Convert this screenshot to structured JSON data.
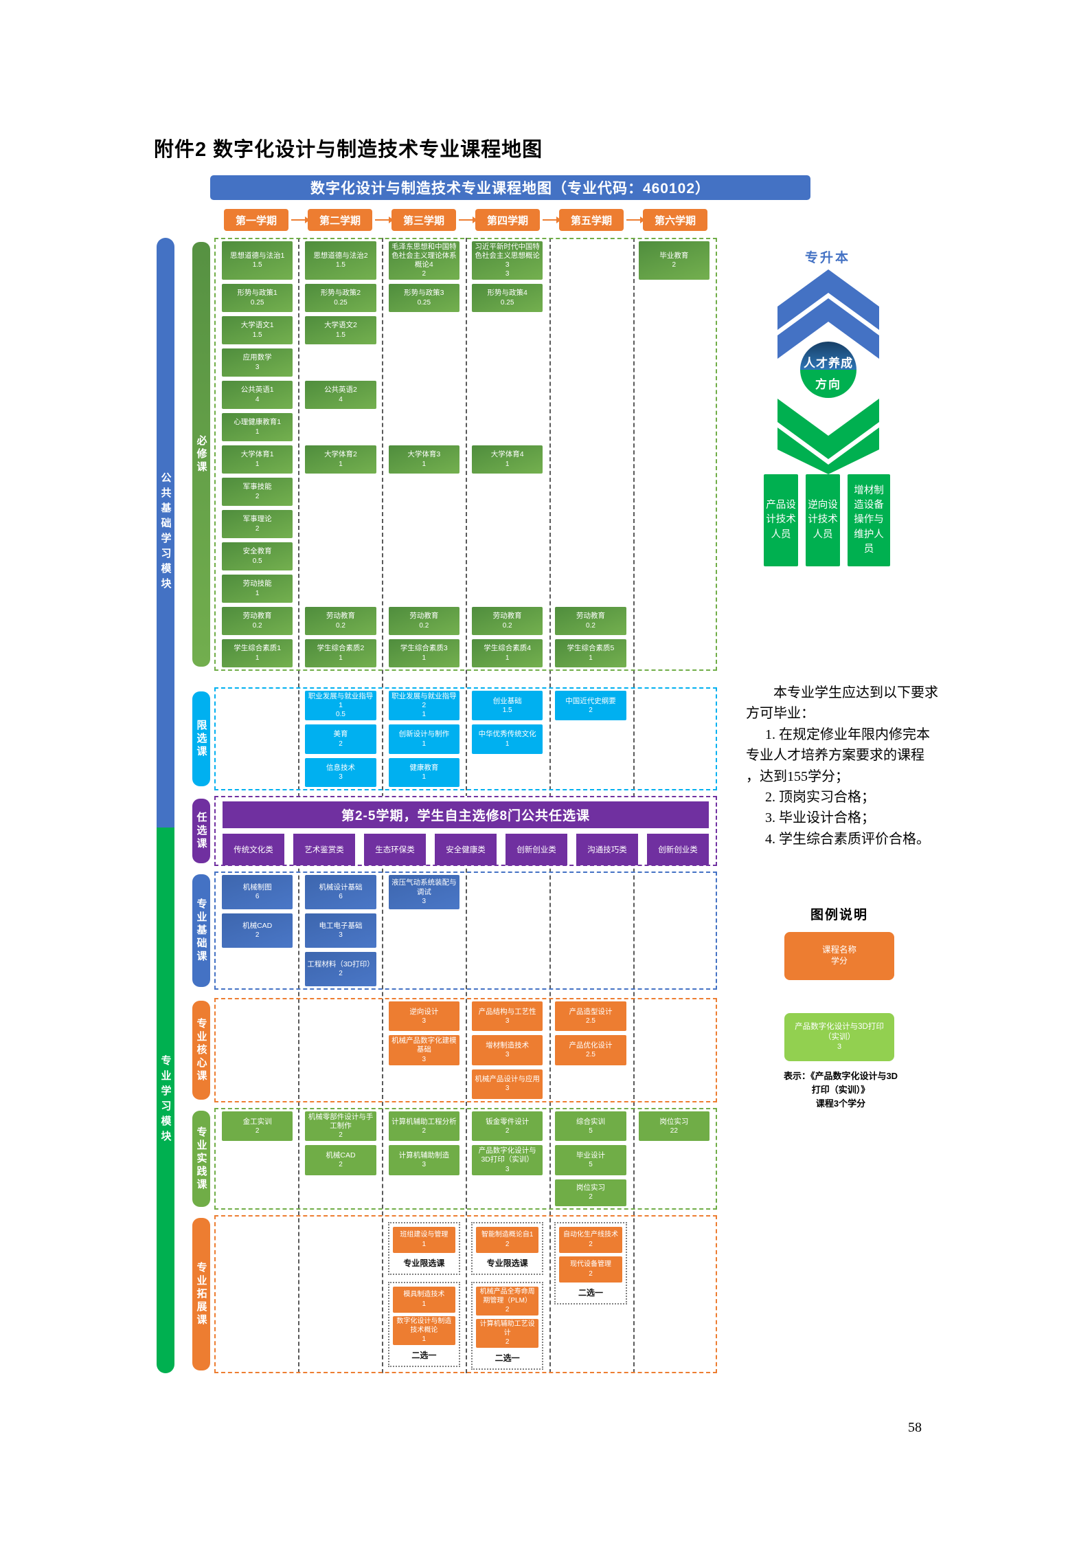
{
  "page": {
    "attachment_title": "附件2 数字化设计与制造技术专业课程地图",
    "page_number": "58"
  },
  "header": {
    "title": "数字化设计与制造技术专业课程地图（专业代码：460102）"
  },
  "semesters": [
    "第一学期",
    "第二学期",
    "第三学期",
    "第四学期",
    "第五学期",
    "第六学期"
  ],
  "modules": {
    "public": {
      "label": "公共基础学习模块"
    },
    "professional": {
      "label": "专业学习模块"
    }
  },
  "bands": [
    {
      "key": "bixiu",
      "label": "必修课",
      "theme": "green",
      "rows": 13,
      "courses": [
        {
          "col": 1,
          "row": 1,
          "name": "思想道德与法治1",
          "credit": "1.5"
        },
        {
          "col": 1,
          "row": 2,
          "name": "形势与政策1",
          "credit": "0.25"
        },
        {
          "col": 1,
          "row": 3,
          "name": "大学语文1",
          "credit": "1.5"
        },
        {
          "col": 1,
          "row": 4,
          "name": "应用数学",
          "credit": "3"
        },
        {
          "col": 1,
          "row": 5,
          "name": "公共英语1",
          "credit": "4"
        },
        {
          "col": 1,
          "row": 6,
          "name": "心理健康教育1",
          "credit": "1"
        },
        {
          "col": 1,
          "row": 7,
          "name": "大学体育1",
          "credit": "1"
        },
        {
          "col": 1,
          "row": 8,
          "name": "军事技能",
          "credit": "2"
        },
        {
          "col": 1,
          "row": 9,
          "name": "军事理论",
          "credit": "2"
        },
        {
          "col": 1,
          "row": 10,
          "name": "安全教育",
          "credit": "0.5"
        },
        {
          "col": 1,
          "row": 11,
          "name": "劳动技能",
          "credit": "1"
        },
        {
          "col": 1,
          "row": 12,
          "name": "劳动教育",
          "credit": "0.2"
        },
        {
          "col": 1,
          "row": 13,
          "name": "学生综合素质1",
          "credit": "1"
        },
        {
          "col": 2,
          "row": 1,
          "name": "思想道德与法治2",
          "credit": "1.5"
        },
        {
          "col": 2,
          "row": 2,
          "name": "形势与政策2",
          "credit": "0.25"
        },
        {
          "col": 2,
          "row": 3,
          "name": "大学语文2",
          "credit": "1.5"
        },
        {
          "col": 2,
          "row": 5,
          "name": "公共英语2",
          "credit": "4"
        },
        {
          "col": 2,
          "row": 7,
          "name": "大学体育2",
          "credit": "1"
        },
        {
          "col": 2,
          "row": 12,
          "name": "劳动教育",
          "credit": "0.2"
        },
        {
          "col": 2,
          "row": 13,
          "name": "学生综合素质2",
          "credit": "1"
        },
        {
          "col": 3,
          "row": 1,
          "name": "毛泽东思想和中国特色社会主义理论体系概论4",
          "credit": "2"
        },
        {
          "col": 3,
          "row": 2,
          "name": "形势与政策3",
          "credit": "0.25"
        },
        {
          "col": 3,
          "row": 7,
          "name": "大学体育3",
          "credit": "1"
        },
        {
          "col": 3,
          "row": 12,
          "name": "劳动教育",
          "credit": "0.2"
        },
        {
          "col": 3,
          "row": 13,
          "name": "学生综合素质3",
          "credit": "1"
        },
        {
          "col": 4,
          "row": 1,
          "name": "习近平新时代中国特色社会主义思想概论3",
          "credit": "3"
        },
        {
          "col": 4,
          "row": 2,
          "name": "形势与政策4",
          "credit": "0.25"
        },
        {
          "col": 4,
          "row": 7,
          "name": "大学体育4",
          "credit": "1"
        },
        {
          "col": 4,
          "row": 12,
          "name": "劳动教育",
          "credit": "0.2"
        },
        {
          "col": 4,
          "row": 13,
          "name": "学生综合素质4",
          "credit": "1"
        },
        {
          "col": 5,
          "row": 12,
          "name": "劳动教育",
          "credit": "0.2"
        },
        {
          "col": 5,
          "row": 13,
          "name": "学生综合素质5",
          "credit": "1"
        },
        {
          "col": 6,
          "row": 1,
          "name": "毕业教育",
          "credit": "2"
        }
      ]
    },
    {
      "key": "xianxuan",
      "label": "限选课",
      "theme": "cyan",
      "rows": 3,
      "courses": [
        {
          "col": 2,
          "row": 1,
          "name": "职业发展与就业指导1",
          "credit": "0.5"
        },
        {
          "col": 2,
          "row": 2,
          "name": "美育",
          "credit": "2"
        },
        {
          "col": 2,
          "row": 3,
          "name": "信息技术",
          "credit": "3"
        },
        {
          "col": 3,
          "row": 1,
          "name": "职业发展与就业指导2",
          "credit": "1"
        },
        {
          "col": 3,
          "row": 2,
          "name": "创新设计与制作",
          "credit": "1"
        },
        {
          "col": 3,
          "row": 3,
          "name": "健康教育",
          "credit": "1"
        },
        {
          "col": 4,
          "row": 1,
          "name": "创业基础",
          "credit": "1.5"
        },
        {
          "col": 4,
          "row": 2,
          "name": "中华优秀传统文化",
          "credit": "1"
        },
        {
          "col": 5,
          "row": 1,
          "name": "中国近代史纲要",
          "credit": "2"
        }
      ]
    },
    {
      "key": "renxuan",
      "label": "任选课",
      "type": "elective",
      "header": "第2-5学期，学生自主选修8门公共任选课",
      "categories": [
        "传统文化类",
        "艺术鉴赏类",
        "生态环保类",
        "安全健康类",
        "创新创业类",
        "沟通技巧类",
        "创新创业类"
      ]
    },
    {
      "key": "jichu",
      "label": "专业基础课",
      "theme": "blue",
      "rows": 3,
      "courses": [
        {
          "col": 1,
          "row": 1,
          "name": "机械制图",
          "credit": "6"
        },
        {
          "col": 1,
          "row": 2,
          "name": "机械CAD",
          "credit": "2"
        },
        {
          "col": 2,
          "row": 1,
          "name": "机械设计基础",
          "credit": "6"
        },
        {
          "col": 2,
          "row": 2,
          "name": "电工电子基础",
          "credit": "3"
        },
        {
          "col": 2,
          "row": 3,
          "name": "工程材料（3D打印）",
          "credit": "2"
        },
        {
          "col": 3,
          "row": 1,
          "name": "液压气动系统装配与调试",
          "credit": "3"
        }
      ]
    },
    {
      "key": "hexin",
      "label": "专业核心课",
      "theme": "orange",
      "rows": 3,
      "courses": [
        {
          "col": 3,
          "row": 1,
          "name": "逆向设计",
          "credit": "3"
        },
        {
          "col": 3,
          "row": 2,
          "name": "机械产品数字化建模基础",
          "credit": "3"
        },
        {
          "col": 4,
          "row": 1,
          "name": "产品结构与工艺性",
          "credit": "3"
        },
        {
          "col": 4,
          "row": 2,
          "name": "增材制造技术",
          "credit": "3"
        },
        {
          "col": 4,
          "row": 3,
          "name": "机械产品设计与应用",
          "credit": "3"
        },
        {
          "col": 5,
          "row": 1,
          "name": "产品造型设计",
          "credit": "2.5"
        },
        {
          "col": 5,
          "row": 2,
          "name": "产品优化设计",
          "credit": "2.5"
        }
      ]
    },
    {
      "key": "shijian",
      "label": "专业实践课",
      "theme": "ltgreen",
      "rows": 3,
      "courses": [
        {
          "col": 1,
          "row": 1,
          "name": "金工实训",
          "credit": "2"
        },
        {
          "col": 2,
          "row": 1,
          "name": "机械零部件设计与手工制作",
          "credit": "2"
        },
        {
          "col": 2,
          "row": 2,
          "name": "机械CAD",
          "credit": "2"
        },
        {
          "col": 3,
          "row": 1,
          "name": "计算机辅助工程分析",
          "credit": "2"
        },
        {
          "col": 3,
          "row": 2,
          "name": "计算机辅助制造",
          "credit": "3"
        },
        {
          "col": 4,
          "row": 1,
          "name": "钣金零件设计",
          "credit": "2"
        },
        {
          "col": 4,
          "row": 2,
          "name": "产品数字化设计与3D打印（实训）",
          "credit": "3"
        },
        {
          "col": 5,
          "row": 1,
          "name": "综合实训",
          "credit": "5"
        },
        {
          "col": 5,
          "row": 2,
          "name": "毕业设计",
          "credit": "5"
        },
        {
          "col": 5,
          "row": 3,
          "name": "岗位实习",
          "credit": "2"
        },
        {
          "col": 6,
          "row": 1,
          "name": "岗位实习",
          "credit": "22"
        }
      ]
    },
    {
      "key": "tuozhan",
      "label": "专业拓展课",
      "theme": "orange",
      "groups": [
        {
          "col": 3,
          "caption": "专业限选课",
          "courses": [
            {
              "name": "班组建设与管理",
              "credit": "1"
            }
          ]
        },
        {
          "col": 3,
          "caption": "二选一",
          "courses": [
            {
              "name": "模具制造技术",
              "credit": "1"
            },
            {
              "name": "数字化设计与制造技术概论",
              "credit": "1"
            }
          ]
        },
        {
          "col": 4,
          "caption": "专业限选课",
          "courses": [
            {
              "name": "智能制造概论自1",
              "credit": "2"
            }
          ]
        },
        {
          "col": 4,
          "caption": "二选一",
          "courses": [
            {
              "name": "机械产品全寿命周期管理（PLM）",
              "credit": "2"
            },
            {
              "name": "计算机辅助工艺设计",
              "credit": "2"
            }
          ]
        },
        {
          "col": 5,
          "caption": "二选一",
          "courses": [
            {
              "name": "自动化生产线技术",
              "credit": "2"
            },
            {
              "name": "现代设备管理",
              "credit": "2"
            }
          ]
        }
      ]
    }
  ],
  "pathway": {
    "promotion": "专升本",
    "circle_top": "人才养成",
    "circle_bottom": "方向",
    "roles": [
      "产品设计技术人员",
      "逆向设计技术人员",
      "增材制造设备操作与维护人员"
    ]
  },
  "requirements": {
    "lines": [
      {
        "text": "本专业学生应达到以下要求",
        "indent": 2
      },
      {
        "text": "方可毕业：",
        "indent": 0
      },
      {
        "text": "1. 在规定修业年限内修完本",
        "indent": 1
      },
      {
        "text": "专业人才培养方案要求的课程",
        "indent": 0
      },
      {
        "text": "，达到155学分；",
        "indent": 0
      },
      {
        "text": "2. 顶岗实习合格；",
        "indent": 1
      },
      {
        "text": "3. 毕业设计合格；",
        "indent": 1
      },
      {
        "text": "4. 学生综合素质评价合格。",
        "indent": 1
      }
    ]
  },
  "legend": {
    "title": "图例说明",
    "sample_orange": {
      "name": "课程名称",
      "credit": "学分"
    },
    "sample_green": {
      "name": "产品数字化设计与3D打印（实训）",
      "credit": "3"
    },
    "caption_lines": [
      "表示：《产品数字化设计与3D",
      "打印（实训）》",
      "课程3个学分"
    ]
  },
  "colors": {
    "header_blue": "#4472C4",
    "semester_orange": "#ED7D31",
    "required_green": "#70AD47",
    "restricted_cyan": "#00B0F0",
    "optional_purple": "#7030A0",
    "foundation_blue": "#4472C4",
    "core_orange": "#ED7D31",
    "practice_green": "#70AD47",
    "extension_orange": "#ED7D31",
    "module_public_blue": "#4472C4",
    "module_professional_green": "#00B050",
    "legend_green": "#92D050",
    "separator_gray": "#595959"
  }
}
